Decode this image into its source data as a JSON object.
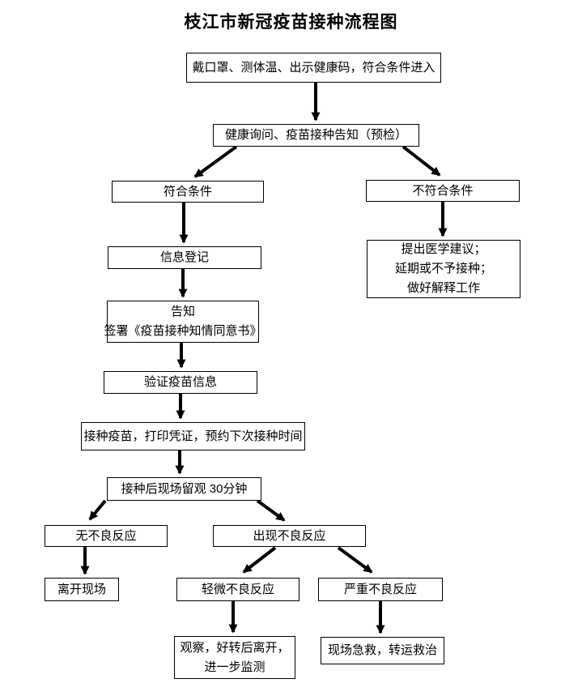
{
  "title": "枝江市新冠疫苗接种流程图",
  "colors": {
    "background": "#ffffff",
    "line": "#000000",
    "box_border": "#000000",
    "text": "#000000"
  },
  "nodes": {
    "entry": {
      "label": "戴口罩、测体温、出示健康码，符合条件进入"
    },
    "precheck": {
      "label": "健康询问、疫苗接种告知（预检）"
    },
    "eligible": {
      "label": "符合条件"
    },
    "not_eligible": {
      "label": "不符合条件"
    },
    "registration": {
      "label": "信息登记"
    },
    "inform": {
      "lines": [
        "告知",
        "签署《疫苗接种知情同意书》"
      ]
    },
    "medical_advice": {
      "lines": [
        "提出医学建议；",
        "延期或不予接种；",
        "做好解释工作"
      ]
    },
    "verify": {
      "label": "验证疫苗信息"
    },
    "vaccinate": {
      "label": "接种疫苗，打印凭证，预约下次接种时间"
    },
    "observation": {
      "label": "接种后现场留观 30分钟"
    },
    "no_reaction": {
      "label": "无不良反应"
    },
    "reaction": {
      "label": "出现不良反应"
    },
    "leave": {
      "label": "离开现场"
    },
    "mild_reaction": {
      "label": "轻微不良反应"
    },
    "severe_reaction": {
      "label": "严重不良反应"
    },
    "observe_monitor": {
      "lines": [
        "观察，好转后离开，",
        "进一步监测"
      ]
    },
    "rescue": {
      "label": "现场急救，转运救治"
    }
  },
  "edges": [
    {
      "from": "entry",
      "to": "precheck"
    },
    {
      "from": "precheck",
      "to": "eligible"
    },
    {
      "from": "precheck",
      "to": "not_eligible"
    },
    {
      "from": "eligible",
      "to": "registration"
    },
    {
      "from": "not_eligible",
      "to": "medical_advice"
    },
    {
      "from": "registration",
      "to": "inform"
    },
    {
      "from": "inform",
      "to": "verify"
    },
    {
      "from": "verify",
      "to": "vaccinate"
    },
    {
      "from": "vaccinate",
      "to": "observation"
    },
    {
      "from": "observation",
      "to": "no_reaction"
    },
    {
      "from": "observation",
      "to": "reaction"
    },
    {
      "from": "no_reaction",
      "to": "leave"
    },
    {
      "from": "reaction",
      "to": "mild_reaction"
    },
    {
      "from": "reaction",
      "to": "severe_reaction"
    },
    {
      "from": "mild_reaction",
      "to": "observe_monitor"
    },
    {
      "from": "severe_reaction",
      "to": "rescue"
    }
  ]
}
